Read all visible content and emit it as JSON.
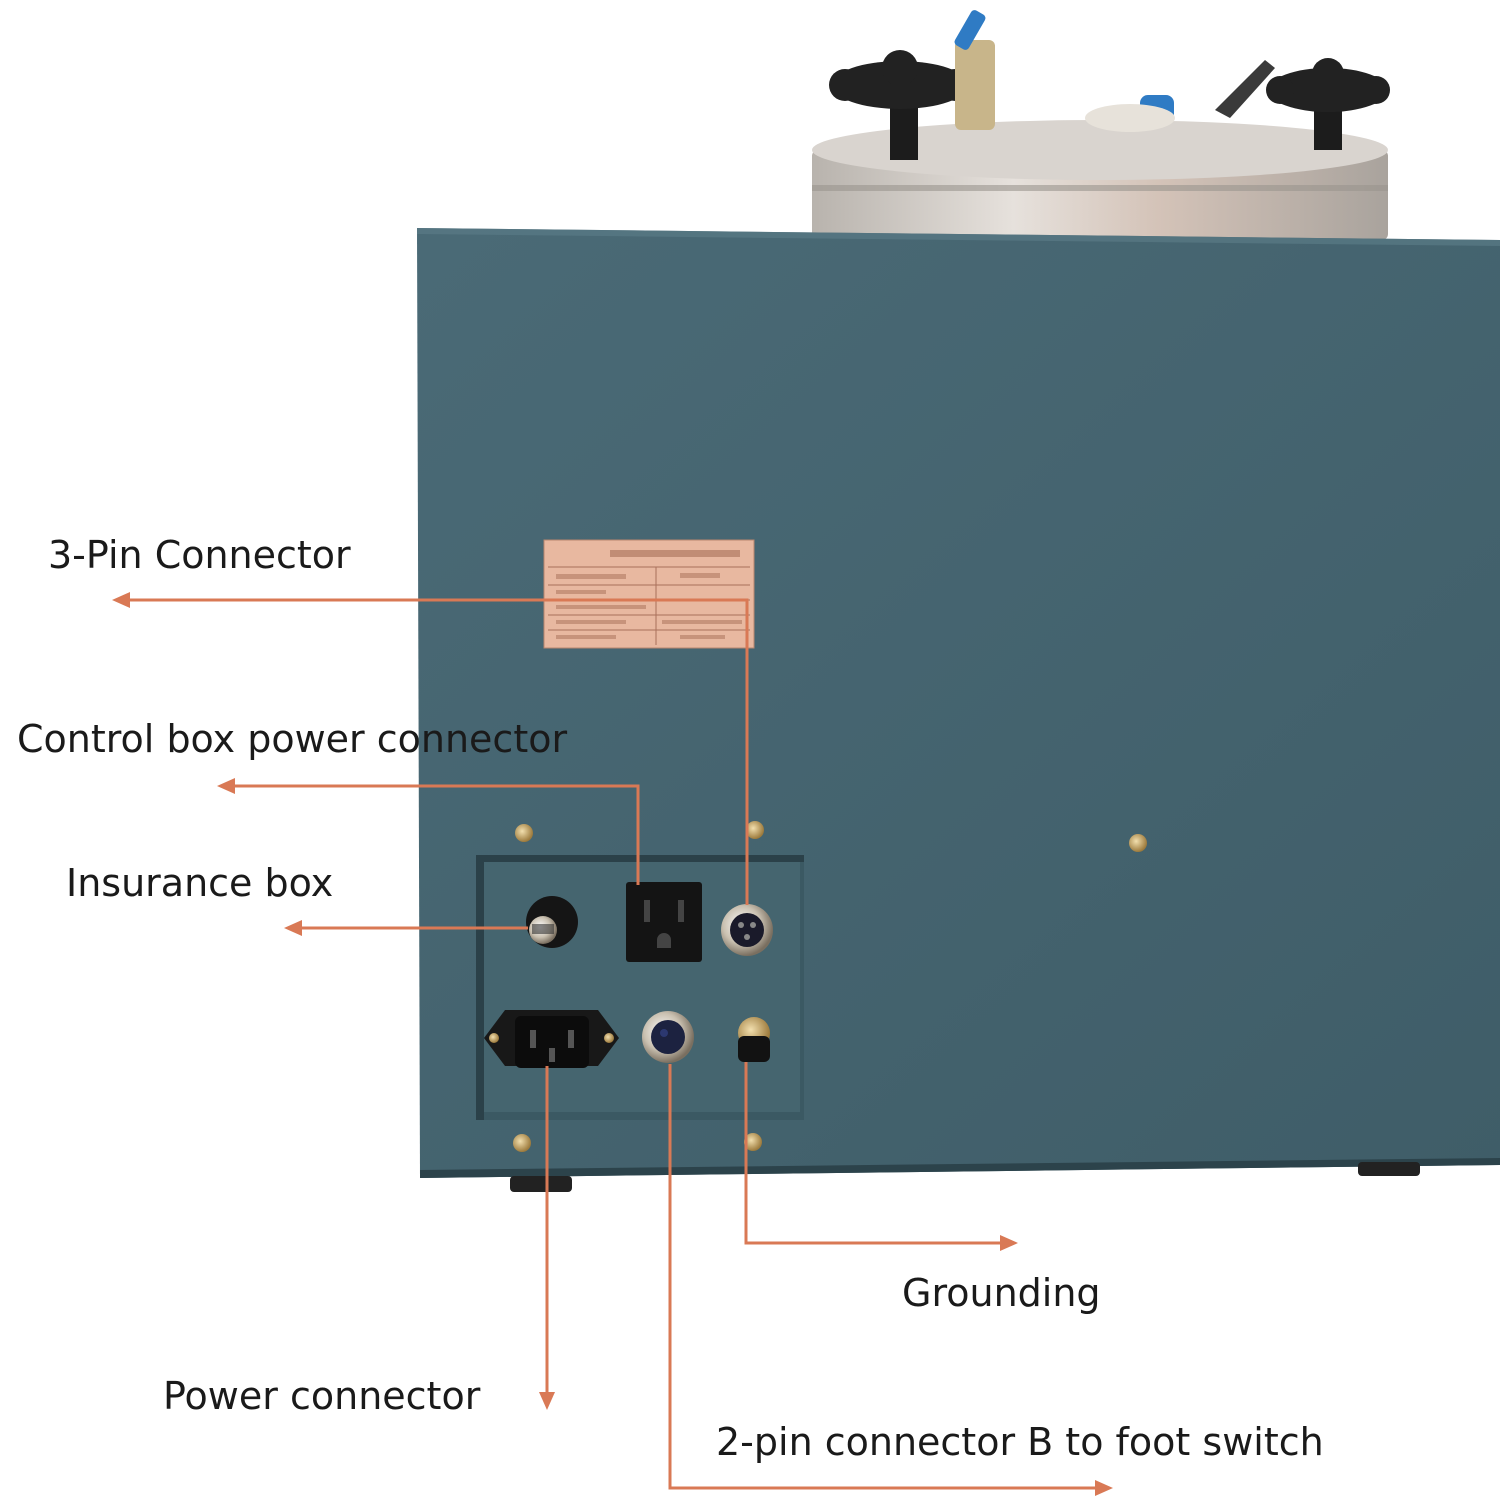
{
  "labels": {
    "three_pin": "3-Pin Connector",
    "control_box_power": "Control box power connector",
    "insurance_box": "Insurance box",
    "grounding": "Grounding",
    "power_connector": "Power connector",
    "two_pin_b": "2-pin connector B to foot switch"
  },
  "colors": {
    "cabinet": "#44636e",
    "callout_line": "#d97955",
    "nameplate": "#e8b8a0",
    "flange": "#c9c4bf"
  }
}
